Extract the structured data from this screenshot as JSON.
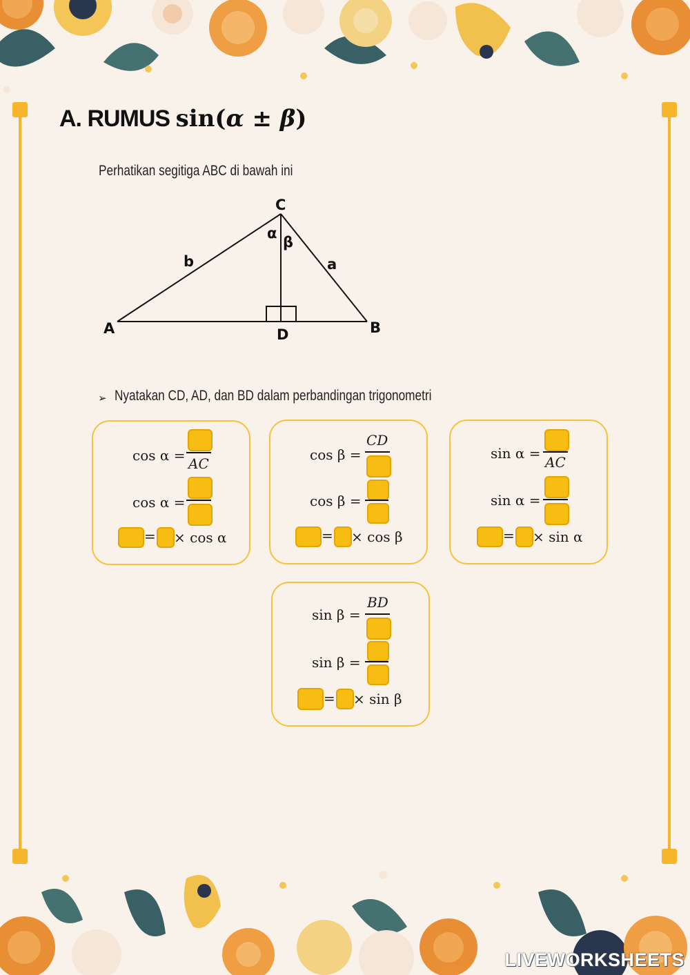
{
  "heading": {
    "prefix": "A. RUMUS",
    "func": "sin",
    "open": "(",
    "alpha": "α",
    "pm": " ± ",
    "beta": "β",
    "close": ")"
  },
  "intro_text": "Perhatikan segitiga ABC di bawah ini",
  "triangle": {
    "labels": {
      "C": "C",
      "A": "A",
      "B": "B",
      "D": "D",
      "alpha": "α",
      "beta": "β",
      "b": "b",
      "a": "a"
    }
  },
  "instruction": {
    "bullet": "➢",
    "text": "Nyatakan CD, AD, dan BD dalam perbandingan trigonometri"
  },
  "cards": [
    {
      "line1_lhs": "cos α =",
      "line1_denominator": "AC",
      "line2_lhs": "cos α =",
      "line3_eq": "=",
      "line3_rhs": "× cos α"
    },
    {
      "line1_lhs": "cos β =",
      "line1_numerator": "CD",
      "line2_lhs": "cos β =",
      "line3_eq": "=",
      "line3_rhs": "× cos β"
    },
    {
      "line1_lhs": "sin α =",
      "line1_denominator": "AC",
      "line2_lhs": "sin α =",
      "line3_eq": "=",
      "line3_rhs": "× sin α"
    },
    {
      "line1_lhs": "sin β =",
      "line1_numerator": "BD",
      "line2_lhs": "sin β =",
      "line3_eq": "=",
      "line3_rhs": "× sin β"
    }
  ],
  "watermark": "LIVEWORKSHEETS",
  "colors": {
    "accent": "#f7b52c",
    "answer_box": "#f7bd12",
    "card_border": "#f6c23a",
    "background": "#f8f2ea"
  }
}
